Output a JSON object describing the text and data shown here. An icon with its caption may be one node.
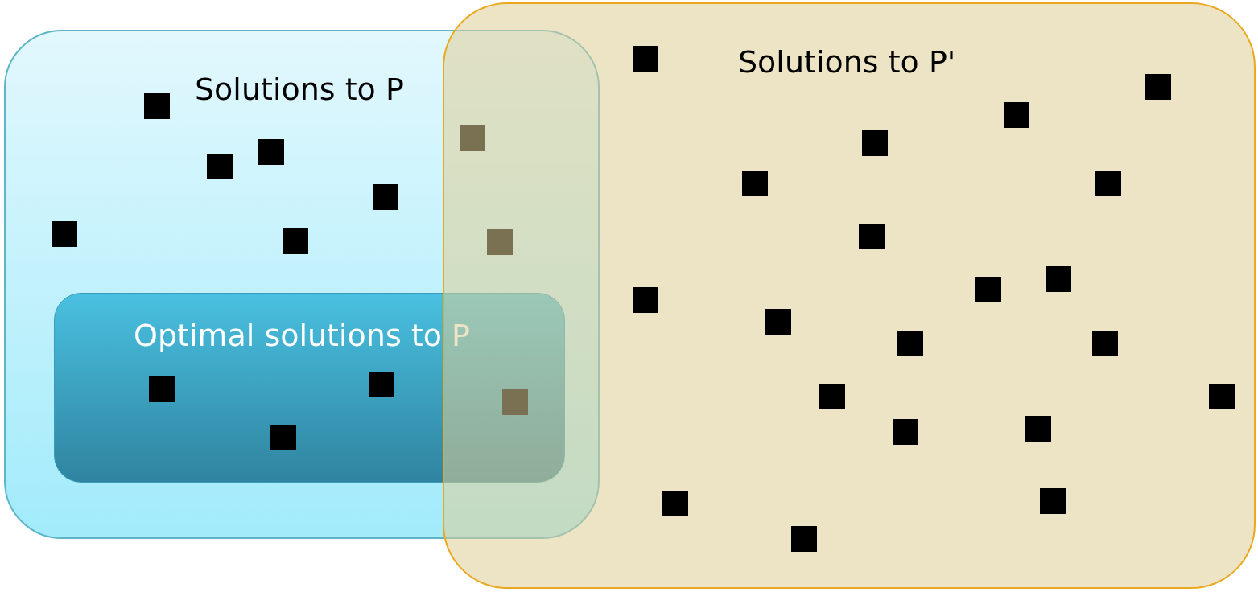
{
  "diagram": {
    "nodes": [
      {
        "text": [
          "Solutions to P"
        ]
      },
      {
        "text": [
          "Optimal solutions to P"
        ],
        "in": 0
      },
      {
        "text": [
          "Solutions to P'"
        ]
      }
    ]
  }
}
